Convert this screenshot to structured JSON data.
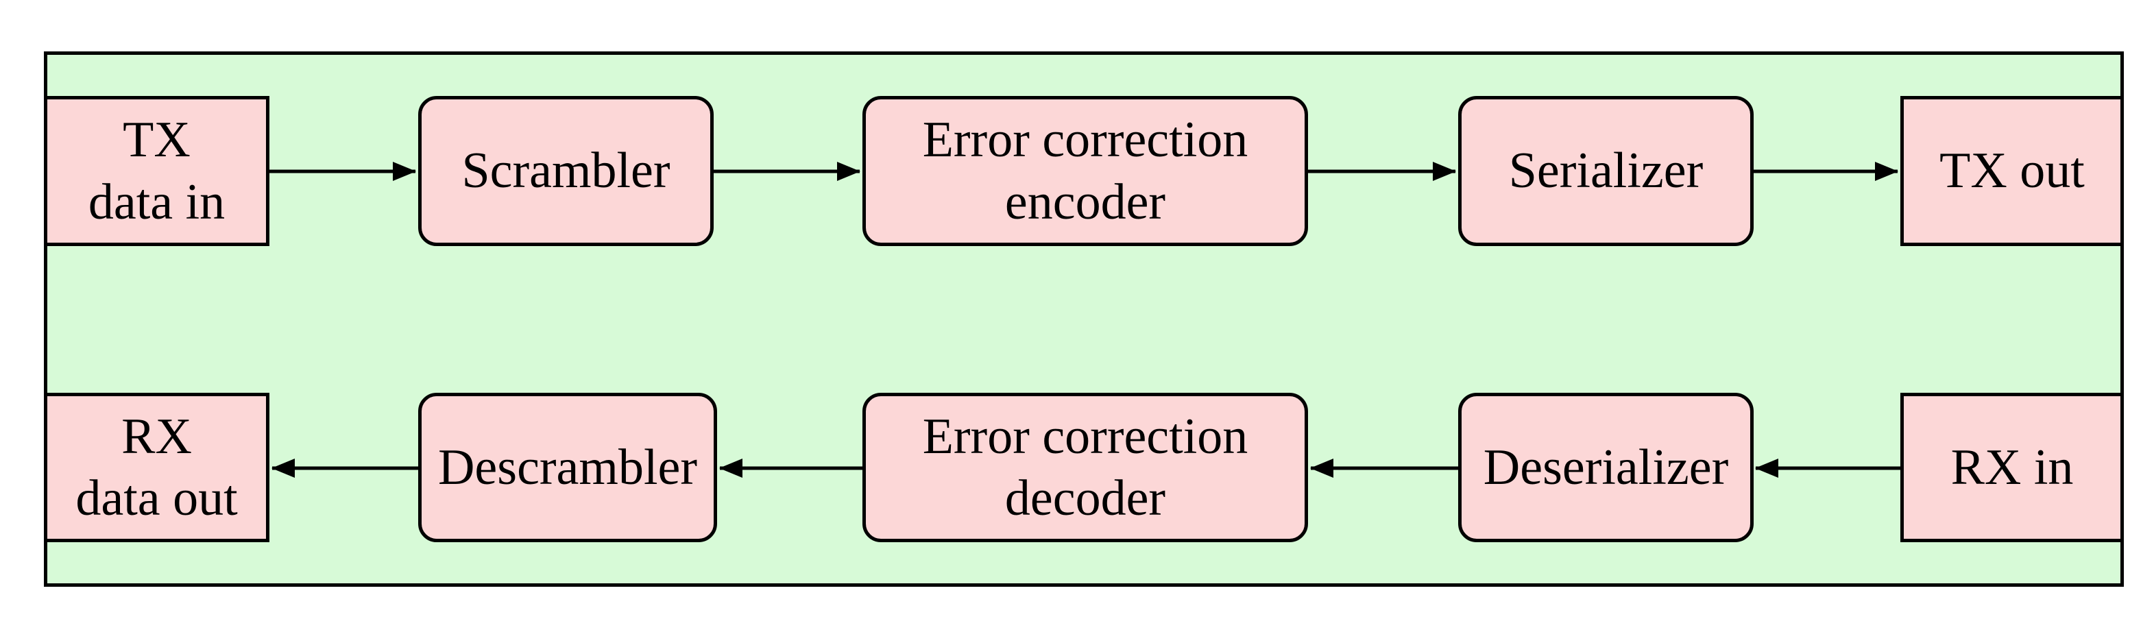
{
  "diagram": {
    "type": "block-diagram",
    "description": "Transceiver data path block diagram with a transmit chain (top row, left to right) and a receive chain (bottom row, right to left) enclosed in one system boundary box",
    "nodes": {
      "tx_data_in": {
        "label": "TX\ndata in",
        "shape": "rectangle",
        "row": "tx"
      },
      "scrambler": {
        "label": "Scrambler",
        "shape": "rounded",
        "row": "tx"
      },
      "ecc_encoder": {
        "label": "Error correction\nencoder",
        "shape": "rounded",
        "row": "tx"
      },
      "serializer": {
        "label": "Serializer",
        "shape": "rounded",
        "row": "tx"
      },
      "tx_out": {
        "label": "TX out",
        "shape": "rectangle",
        "row": "tx"
      },
      "rx_in": {
        "label": "RX in",
        "shape": "rectangle",
        "row": "rx"
      },
      "deserializer": {
        "label": "Deserializer",
        "shape": "rounded",
        "row": "rx"
      },
      "ecc_decoder": {
        "label": "Error correction\ndecoder",
        "shape": "rounded",
        "row": "rx"
      },
      "descrambler": {
        "label": "Descrambler",
        "shape": "rounded",
        "row": "rx"
      },
      "rx_data_out": {
        "label": "RX\ndata out",
        "shape": "rectangle",
        "row": "rx"
      }
    },
    "arrows": [
      {
        "from": "tx_data_in",
        "to": "scrambler",
        "direction": "right"
      },
      {
        "from": "scrambler",
        "to": "ecc_encoder",
        "direction": "right"
      },
      {
        "from": "ecc_encoder",
        "to": "serializer",
        "direction": "right"
      },
      {
        "from": "serializer",
        "to": "tx_out",
        "direction": "right"
      },
      {
        "from": "rx_in",
        "to": "deserializer",
        "direction": "left"
      },
      {
        "from": "deserializer",
        "to": "ecc_decoder",
        "direction": "left"
      },
      {
        "from": "ecc_decoder",
        "to": "descrambler",
        "direction": "left"
      },
      {
        "from": "descrambler",
        "to": "rx_data_out",
        "direction": "left"
      }
    ],
    "colors": {
      "container_fill": "#d7fad7",
      "node_fill": "#fcd7d7",
      "stroke": "#000000",
      "page_background": "#ffffff"
    }
  }
}
